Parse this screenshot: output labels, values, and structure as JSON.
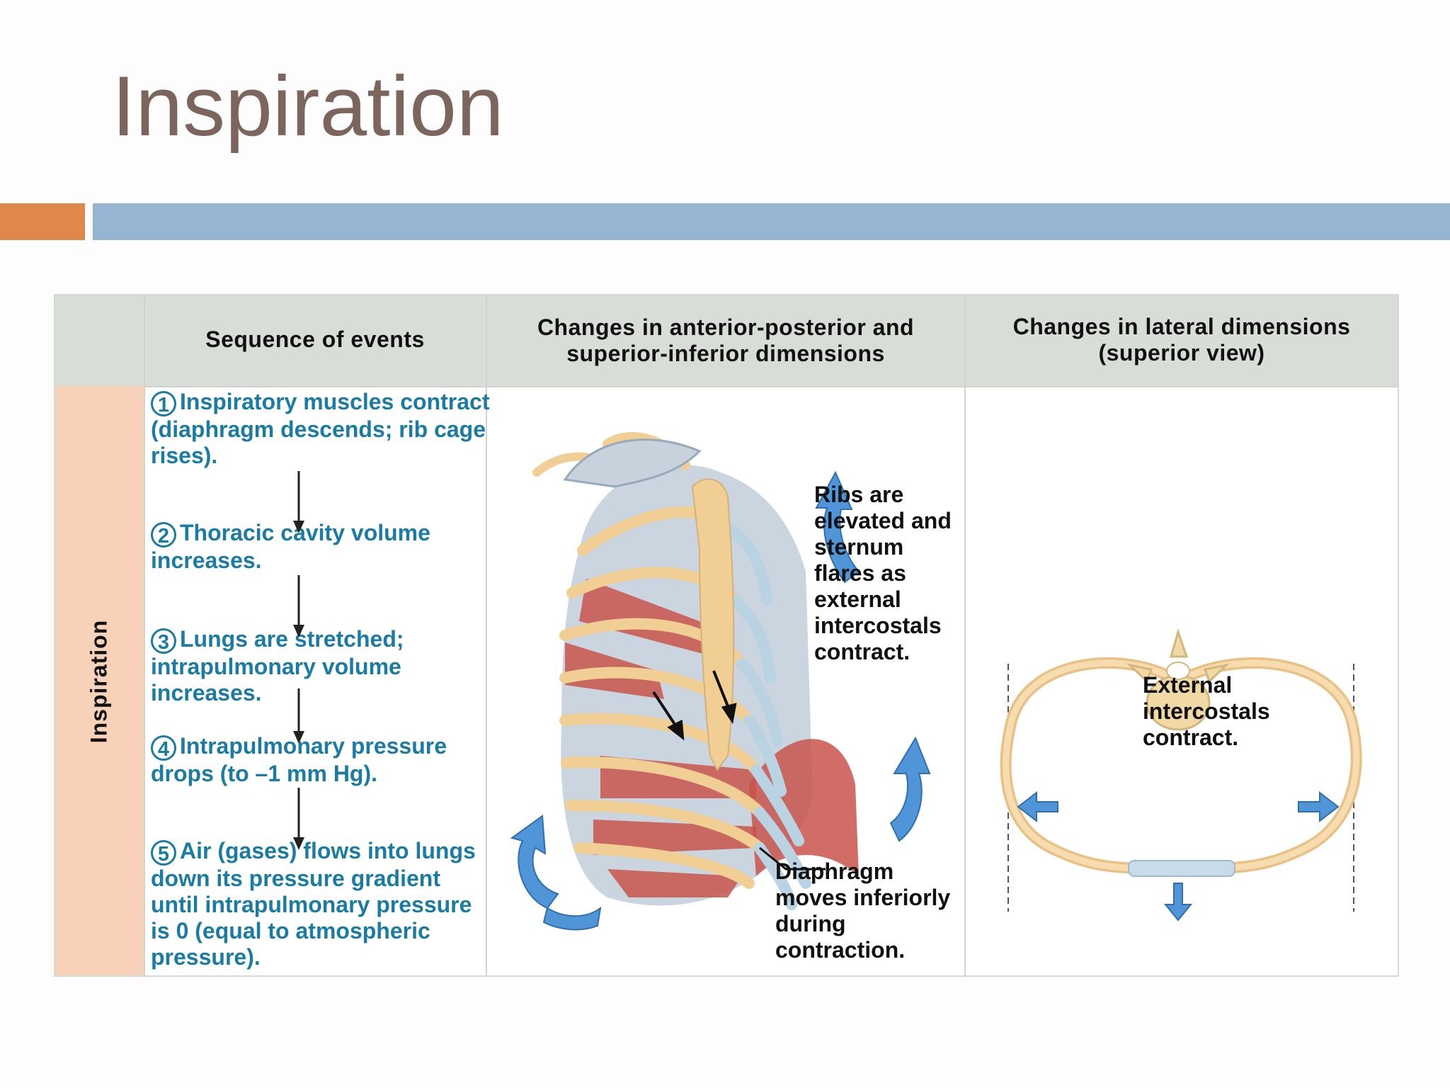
{
  "slide": {
    "title": "Inspiration"
  },
  "figure": {
    "side_label": "Inspiration",
    "headers": {
      "sequence": "Sequence of events",
      "ap_si": "Changes in anterior-posterior and superior-inferior dimensions",
      "lateral": "Changes in lateral dimensions (superior view)"
    },
    "steps": [
      {
        "num": "1",
        "text": "Inspiratory muscles contract (diaphragm descends; rib cage rises)."
      },
      {
        "num": "2",
        "text": "Thoracic cavity volume increases."
      },
      {
        "num": "3",
        "text": "Lungs are stretched; intrapulmonary volume increases."
      },
      {
        "num": "4",
        "text": "Intrapulmonary pressure drops (to –1 mm Hg)."
      },
      {
        "num": "5",
        "text": "Air (gases) flows into lungs down its pressure gradient until intrapulmonary pressure is 0 (equal to atmospheric pressure)."
      }
    ],
    "labels": {
      "ribs": "Ribs are elevated and sternum flares as external intercostals contract.",
      "diaphragm": "Diaphragm moves inferiorly during contraction.",
      "external": "External intercostals contract."
    },
    "colors": {
      "step_text": "#1a7ca4",
      "title": "#7b655c",
      "accent_orange": "#e0874b",
      "accent_blue": "#97b5d3",
      "bone": "#f1cf94",
      "cartilage": "#b9d3e3",
      "muscle": "#c9544b",
      "arrow": "#4f95d8"
    },
    "icons": [
      "down-arrow-icon",
      "curved-up-arrow-icon",
      "lateral-arrow-icon"
    ]
  }
}
